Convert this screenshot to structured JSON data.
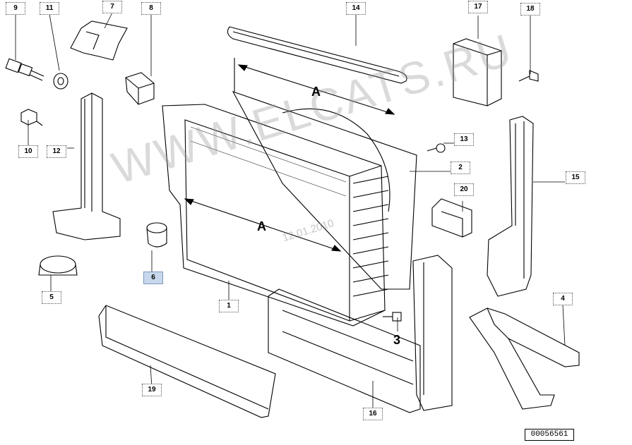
{
  "callouts": {
    "p1": "1",
    "p2": "2",
    "p3": "3",
    "p4": "4",
    "p5": "5",
    "p6": "6",
    "p7": "7",
    "p8": "8",
    "p9": "9",
    "p10": "10",
    "p11": "11",
    "p12": "12",
    "p13": "13",
    "p14": "14",
    "p15": "15",
    "p16": "16",
    "p17": "17",
    "p18": "18",
    "p19": "19",
    "p20": "20"
  },
  "dimension_label": "A",
  "screw_label": "3",
  "watermark": "WWW.ELCATS.RU",
  "watermark_date": "12.01.2010",
  "document_id": "00056561",
  "colors": {
    "selected_callout_bg": "#c8d8ec",
    "line": "#000000"
  }
}
